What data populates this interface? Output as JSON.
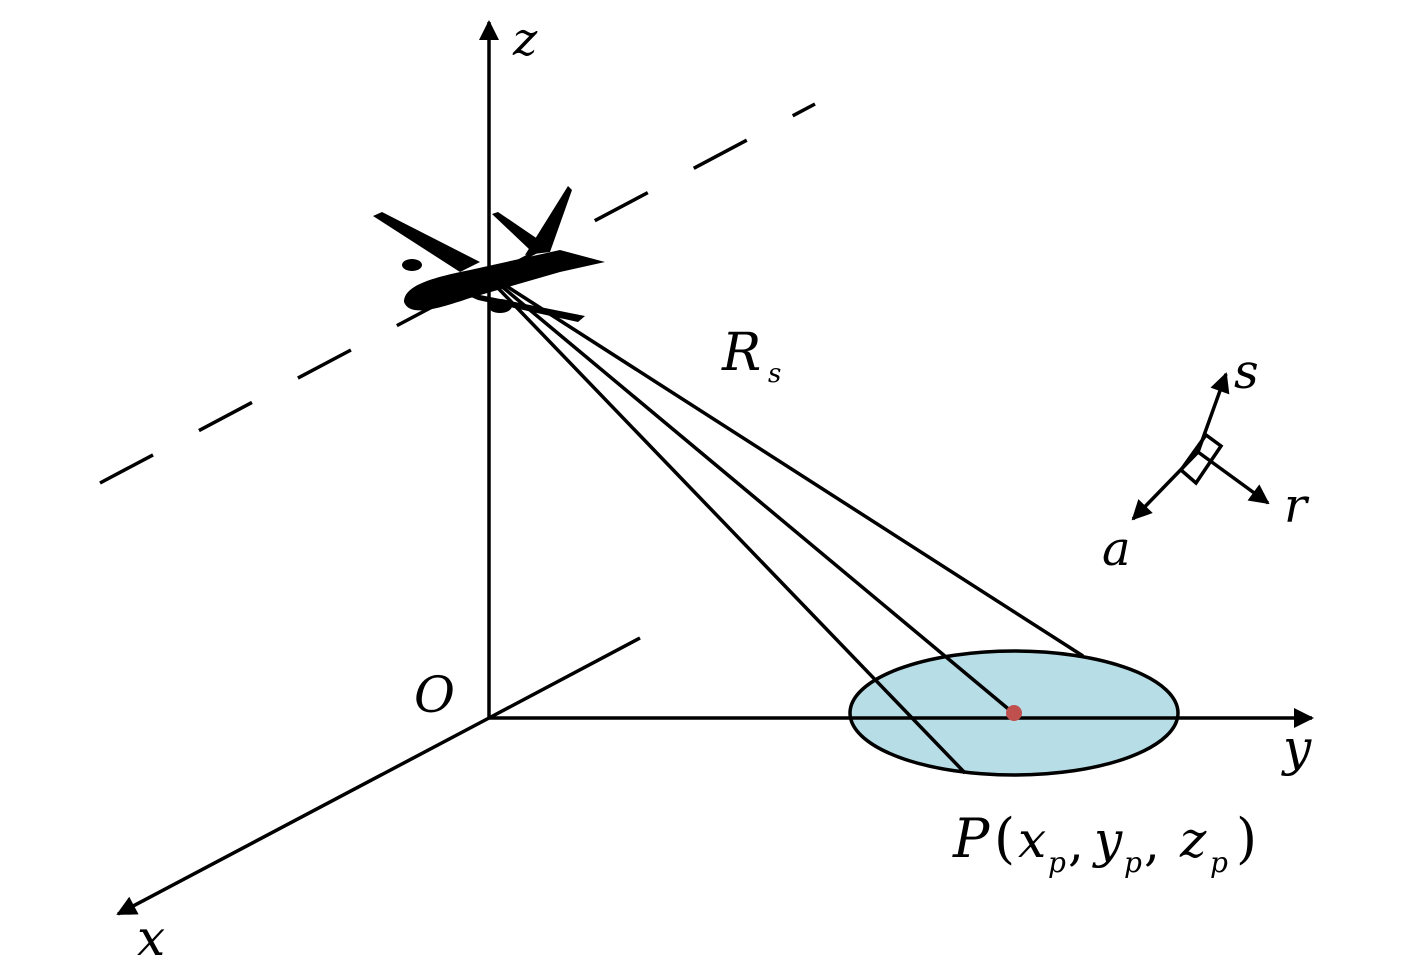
{
  "axes": {
    "x_label": "x",
    "y_label": "y",
    "z_label": "z",
    "origin_label": "O"
  },
  "slant_range": {
    "symbol": "R",
    "subscript": "s"
  },
  "local_frame": {
    "s_label": "s",
    "r_label": "r",
    "a_label": "a"
  },
  "target_point": {
    "name": "P",
    "open": "(",
    "x": "x",
    "y": "y",
    "z": "z",
    "sub": "p",
    "comma": ",",
    "close": ")"
  },
  "colors": {
    "ellipse_fill": "#b7dde6",
    "target_dot": "#c0504d",
    "line": "#000000"
  },
  "icons": {
    "aircraft": "airplane-silhouette-icon"
  }
}
